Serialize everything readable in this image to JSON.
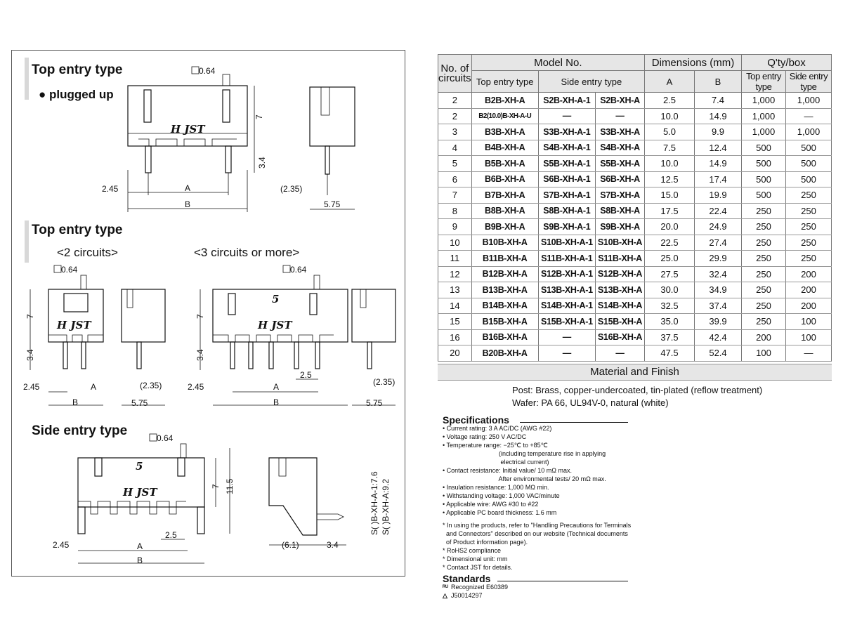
{
  "drawings": {
    "top1": {
      "title": "Top entry type",
      "subtitle": "plugged up",
      "bullet": "●",
      "logo": "H JST",
      "dims": {
        "pin": "0.64",
        "h7": "7",
        "h34": "3.4",
        "d245": "2.45",
        "A": "A",
        "B": "B",
        "d235": "(2.35)",
        "d575": "5.75"
      }
    },
    "top2": {
      "title": "Top entry type",
      "sub_2": "<2 circuits>",
      "sub_3": "<3 circuits or more>",
      "logo": "H JST",
      "mark5": "5",
      "dims": {
        "pin": "0.64",
        "h7": "7",
        "h34": "3.4",
        "d245": "2.45",
        "A": "A",
        "B": "B",
        "d235": "(2.35)",
        "d575": "5.75",
        "d25": "2.5"
      }
    },
    "side": {
      "title": "Side entry type",
      "logo": "H JST",
      "mark5": "5",
      "dims": {
        "pin": "0.64",
        "h7": "7",
        "h115": "11.5",
        "d245": "2.45",
        "A": "A",
        "B": "B",
        "d25": "2.5",
        "d61": "(6.1)",
        "d34": "3.4",
        "v1": "S( )B-XH-A-1:7.6",
        "v2": "S( )B-XH-A:9.2"
      }
    }
  },
  "table": {
    "headers": {
      "no_of_circuits": [
        "No. of",
        "circuits"
      ],
      "model_no": "Model No.",
      "dimensions": "Dimensions (mm)",
      "qty_box": "Q'ty/box",
      "top_entry_type": "Top entry type",
      "side_entry_type": "Side entry type",
      "A": "A",
      "B": "B",
      "qty_top": "Top entry type",
      "qty_side": "Side entry type"
    },
    "rows": [
      [
        "2",
        "B2B-XH-A",
        "S2B-XH-A-1",
        "S2B-XH-A",
        "2.5",
        "7.4",
        "1,000",
        "1,000"
      ],
      [
        "2",
        "B2(10.0)B-XH-A-U",
        "—",
        "—",
        "10.0",
        "14.9",
        "1,000",
        "—"
      ],
      [
        "3",
        "B3B-XH-A",
        "S3B-XH-A-1",
        "S3B-XH-A",
        "5.0",
        "9.9",
        "1,000",
        "1,000"
      ],
      [
        "4",
        "B4B-XH-A",
        "S4B-XH-A-1",
        "S4B-XH-A",
        "7.5",
        "12.4",
        "500",
        "500"
      ],
      [
        "5",
        "B5B-XH-A",
        "S5B-XH-A-1",
        "S5B-XH-A",
        "10.0",
        "14.9",
        "500",
        "500"
      ],
      [
        "6",
        "B6B-XH-A",
        "S6B-XH-A-1",
        "S6B-XH-A",
        "12.5",
        "17.4",
        "500",
        "500"
      ],
      [
        "7",
        "B7B-XH-A",
        "S7B-XH-A-1",
        "S7B-XH-A",
        "15.0",
        "19.9",
        "500",
        "250"
      ],
      [
        "8",
        "B8B-XH-A",
        "S8B-XH-A-1",
        "S8B-XH-A",
        "17.5",
        "22.4",
        "250",
        "250"
      ],
      [
        "9",
        "B9B-XH-A",
        "S9B-XH-A-1",
        "S9B-XH-A",
        "20.0",
        "24.9",
        "250",
        "250"
      ],
      [
        "10",
        "B10B-XH-A",
        "S10B-XH-A-1",
        "S10B-XH-A",
        "22.5",
        "27.4",
        "250",
        "250"
      ],
      [
        "11",
        "B11B-XH-A",
        "S11B-XH-A-1",
        "S11B-XH-A",
        "25.0",
        "29.9",
        "250",
        "250"
      ],
      [
        "12",
        "B12B-XH-A",
        "S12B-XH-A-1",
        "S12B-XH-A",
        "27.5",
        "32.4",
        "250",
        "200"
      ],
      [
        "13",
        "B13B-XH-A",
        "S13B-XH-A-1",
        "S13B-XH-A",
        "30.0",
        "34.9",
        "250",
        "200"
      ],
      [
        "14",
        "B14B-XH-A",
        "S14B-XH-A-1",
        "S14B-XH-A",
        "32.5",
        "37.4",
        "250",
        "200"
      ],
      [
        "15",
        "B15B-XH-A",
        "S15B-XH-A-1",
        "S15B-XH-A",
        "35.0",
        "39.9",
        "250",
        "100"
      ],
      [
        "16",
        "B16B-XH-A",
        "—",
        "S16B-XH-A",
        "37.5",
        "42.4",
        "200",
        "100"
      ],
      [
        "20",
        "B20B-XH-A",
        "—",
        "—",
        "47.5",
        "52.4",
        "100",
        "—"
      ]
    ]
  },
  "material": {
    "title": "Material and Finish",
    "post": "Post: Brass, copper-undercoated, tin-plated (reflow treatment)",
    "wafer": "Wafer: PA 66, UL94V-0, natural (white)"
  },
  "specifications": {
    "title": "Specifications",
    "lines": [
      "• Current rating: 3 A AC/DC (AWG #22)",
      "• Voltage rating: 250 V AC/DC",
      "• Temperature range: −25℃ to +85℃",
      "                                (including temperature rise in applying",
      "                                 electrical current)",
      "• Contact resistance: Initial value/ 10 mΩ max.",
      "                                After environmental tests/ 20 mΩ max.",
      "• Insulation resistance: 1,000 MΩ min.",
      "• Withstanding voltage: 1,000 VAC/minute",
      "• Applicable wire: AWG #30 to #22",
      "• Applicable PC board thickness: 1.6 mm"
    ],
    "notes": [
      "* In using the products, refer to \"Handling Precautions for Terminals",
      "  and Connectors\" described on our website (Technical documents",
      "  of Product information page).",
      "* RoHS2 compliance",
      "* Dimensional unit: mm",
      "* Contact JST for details."
    ]
  },
  "standards": {
    "title": "Standards",
    "items": [
      {
        "icon": "ul-icon",
        "glyph": "ᴿᵁ",
        "text": "Recognized E60389"
      },
      {
        "icon": "csa-triangle-icon",
        "glyph": "△",
        "text": "J50014297"
      }
    ]
  }
}
